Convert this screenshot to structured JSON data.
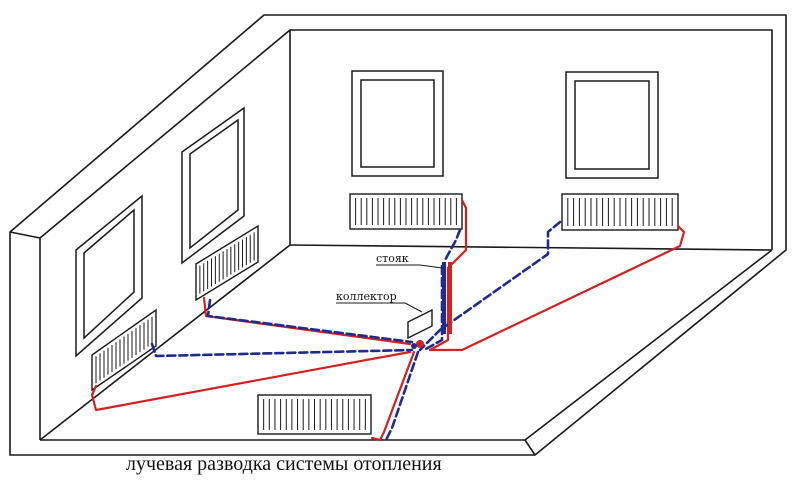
{
  "labels": {
    "riser": "стояк",
    "collector": "коллектор"
  },
  "caption": "лучевая разводка системы отопления",
  "colors": {
    "supply_pipe": "#d42020",
    "return_pipe": "#1f2c8f",
    "outline": "#1a1a1a"
  }
}
